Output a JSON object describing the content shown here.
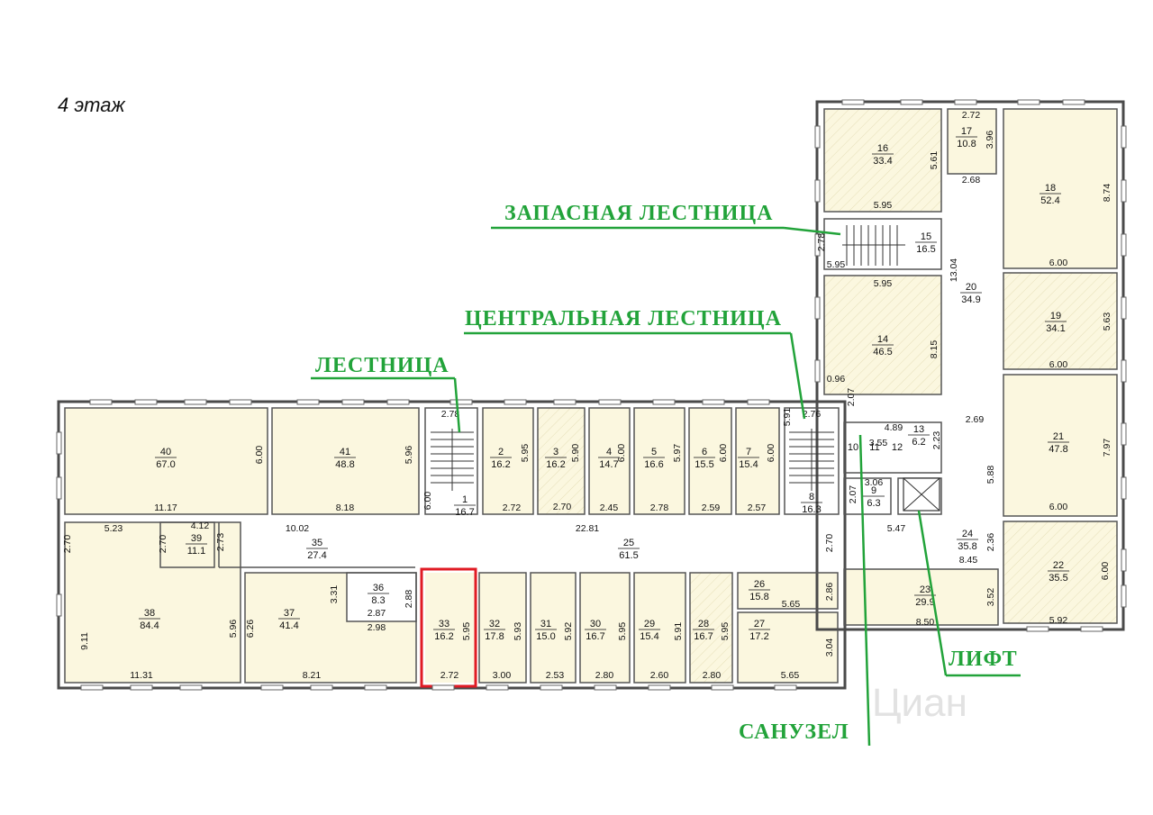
{
  "floor_title": "4 этаж",
  "callouts": {
    "reserve_stair": "ЗАПАСНАЯ ЛЕСТНИЦА",
    "central_stair": "ЦЕНТРАЛЬНАЯ ЛЕСТНИЦА",
    "stair": "ЛЕСТНИЦА",
    "elevator": "ЛИФТ",
    "wc": "САНУЗЕЛ"
  },
  "watermark": "Циан",
  "colors": {
    "room": "#fbf7df",
    "callout": "#22a33a",
    "highlight": "#e01b24"
  },
  "rooms": [
    {
      "id": "40",
      "area": "67.0"
    },
    {
      "id": "41",
      "area": "48.8"
    },
    {
      "id": "1",
      "area": "16.7"
    },
    {
      "id": "2",
      "area": "16.2"
    },
    {
      "id": "3",
      "area": "16.2"
    },
    {
      "id": "4",
      "area": "14.7"
    },
    {
      "id": "5",
      "area": "16.6"
    },
    {
      "id": "6",
      "area": "15.5"
    },
    {
      "id": "7",
      "area": "15.4"
    },
    {
      "id": "8",
      "area": "16.3"
    },
    {
      "id": "9",
      "area": "6.3"
    },
    {
      "id": "10",
      "area": ""
    },
    {
      "id": "11",
      "area": ""
    },
    {
      "id": "12",
      "area": ""
    },
    {
      "id": "13",
      "area": "6.2"
    },
    {
      "id": "14",
      "area": "46.5"
    },
    {
      "id": "15",
      "area": "16.5"
    },
    {
      "id": "16",
      "area": "33.4"
    },
    {
      "id": "17",
      "area": "10.8"
    },
    {
      "id": "18",
      "area": "52.4"
    },
    {
      "id": "19",
      "area": "34.1"
    },
    {
      "id": "20",
      "area": "34.9"
    },
    {
      "id": "21",
      "area": "47.8"
    },
    {
      "id": "22",
      "area": "35.5"
    },
    {
      "id": "23",
      "area": "29.9"
    },
    {
      "id": "24",
      "area": "35.8"
    },
    {
      "id": "25",
      "area": "61.5"
    },
    {
      "id": "26",
      "area": "15.8"
    },
    {
      "id": "27",
      "area": "17.2"
    },
    {
      "id": "28",
      "area": "16.7"
    },
    {
      "id": "29",
      "area": "15.4"
    },
    {
      "id": "30",
      "area": "16.7"
    },
    {
      "id": "31",
      "area": "15.0"
    },
    {
      "id": "32",
      "area": "17.8"
    },
    {
      "id": "33",
      "area": "16.2"
    },
    {
      "id": "35",
      "area": "27.4"
    },
    {
      "id": "36",
      "area": "8.3"
    },
    {
      "id": "37",
      "area": "41.4"
    },
    {
      "id": "38",
      "area": "84.4"
    },
    {
      "id": "39",
      "area": "11.1"
    }
  ],
  "highlighted_room": "33",
  "dimensions": [
    "11.17",
    "6.00",
    "8.18",
    "5.96",
    "2.78",
    "6.00",
    "2.72",
    "5.95",
    "2.70",
    "5.90",
    "2.45",
    "6.00",
    "2.78",
    "5.97",
    "2.59",
    "6.00",
    "2.57",
    "6.00",
    "5.91",
    "2.76",
    "22.81",
    "10.02",
    "5.23",
    "4.12",
    "2.70",
    "2.70",
    "2.73",
    "3.31",
    "2.87",
    "2.88",
    "2.98",
    "9.11",
    "11.31",
    "5.96",
    "6.26",
    "8.21",
    "5.95",
    "2.72",
    "5.93",
    "3.00",
    "5.92",
    "2.53",
    "5.95",
    "2.80",
    "5.91",
    "2.60",
    "5.95",
    "2.80",
    "2.86",
    "5.65",
    "3.04",
    "5.65",
    "2.70",
    "5.47",
    "8.45",
    "2.36",
    "3.52",
    "8.50",
    "6.00",
    "5.92",
    "4.89",
    "3.55",
    "2.23",
    "3.06",
    "2.07",
    "2.07",
    "0.96",
    "8.15",
    "5.95",
    "2.78",
    "5.95",
    "5.61",
    "5.95",
    "2.72",
    "3.96",
    "2.68",
    "13.04",
    "8.74",
    "6.00",
    "5.63",
    "6.00",
    "2.69",
    "5.88",
    "7.97",
    "6.00"
  ]
}
